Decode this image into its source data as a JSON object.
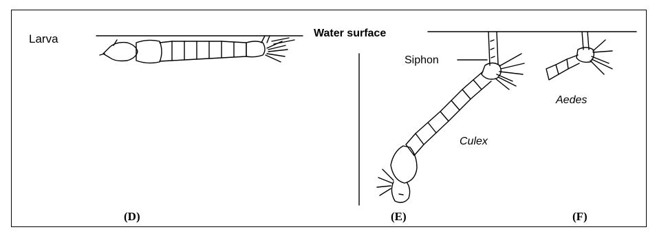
{
  "figure": {
    "label_larva": "Larva",
    "label_water_surface": "Water surface",
    "label_siphon": "Siphon",
    "label_culex": "Culex",
    "label_aedes": "Aedes",
    "panel_d": "(D)",
    "panel_e": "(E)",
    "panel_f": "(F)"
  },
  "colors": {
    "ink": "#000000",
    "background": "#ffffff"
  }
}
